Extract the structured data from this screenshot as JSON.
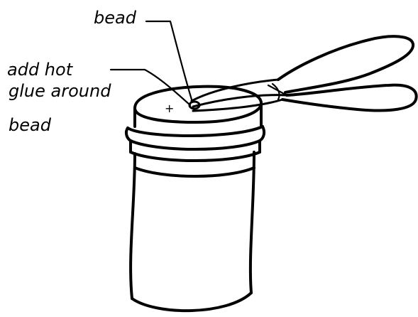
{
  "labels": {
    "bead": "bead",
    "glue_line_1": "add hot",
    "glue_line_2": "glue around",
    "glue_line_3": "bead"
  },
  "marks": {
    "center": "+"
  },
  "colors": {
    "ink": "#000000",
    "paper": "#ffffff"
  }
}
